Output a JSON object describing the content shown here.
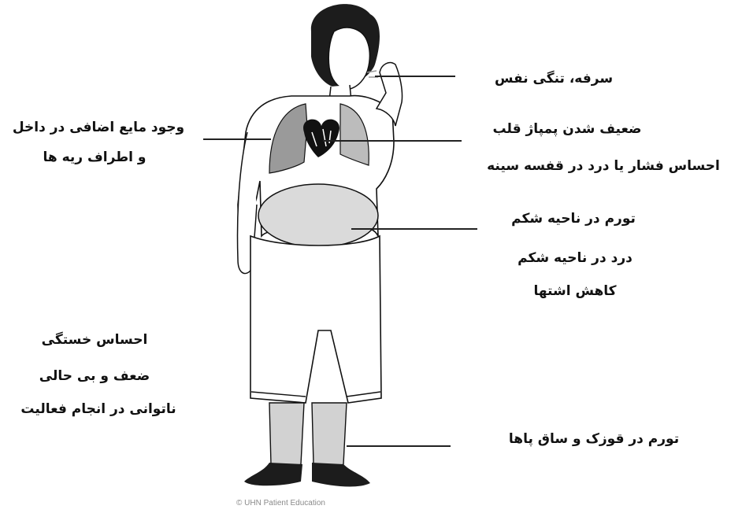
{
  "labels": {
    "cough": "سرفه، تنگی نفس",
    "heart_weak": "ضعیف شدن پمپاژ قلب",
    "chest_pressure": "احساس فشار یا درد در قفسه سینه",
    "lung_fluid_1": "وجود مایع اضافی در داخل",
    "lung_fluid_2": "و اطراف ریه ها",
    "abd_swelling": "تورم در ناحیه شکم",
    "abd_pain": "درد در ناحیه شکم",
    "appetite": "کاهش اشتها",
    "fatigue": "احساس خستگی",
    "weakness": "ضعف و بی حالی",
    "inability": "ناتوانی در انجام فعالیت",
    "leg_swelling": "تورم در قوزک و ساق پاها"
  },
  "credit": "© UHN Patient Education",
  "colors": {
    "ink": "#111111",
    "lung": "#9a9a9a",
    "abdomen": "#dadada",
    "legs": "#d2d2d2",
    "heart": "#111111"
  }
}
